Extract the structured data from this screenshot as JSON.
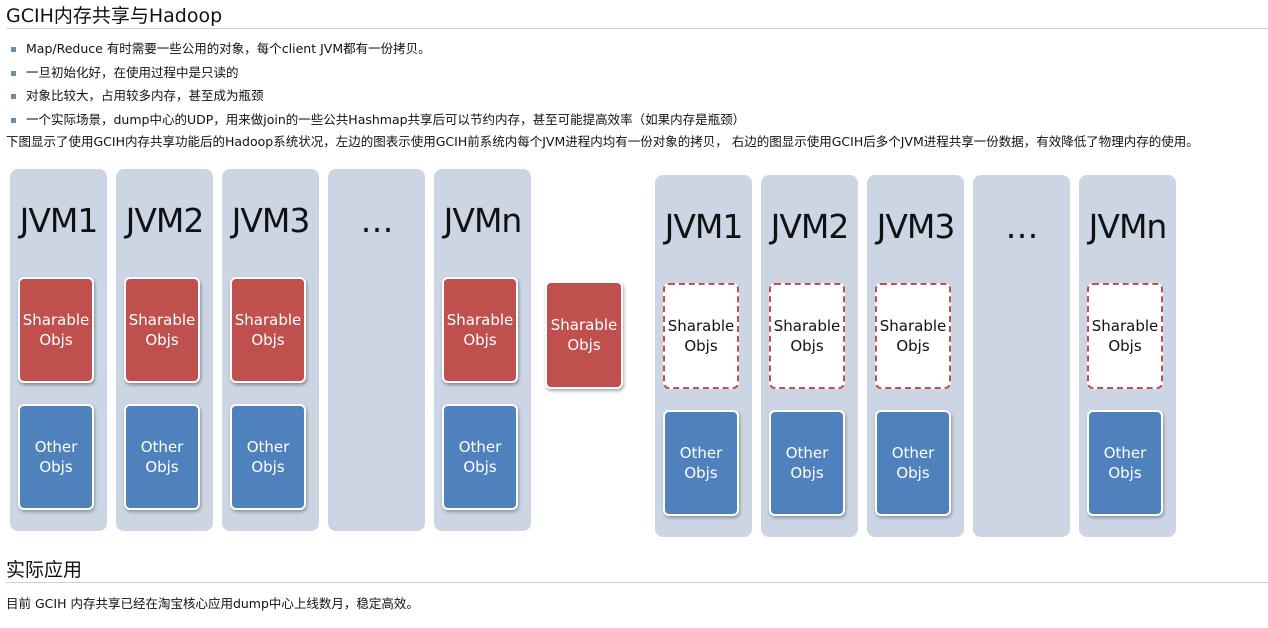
{
  "section1": {
    "title": "GCIH内存共享与Hadoop",
    "bullets": [
      "Map/Reduce 有时需要一些公用的对象，每个client JVM都有一份拷贝。",
      "一旦初始化好，在使用过程中是只读的",
      "对象比较大，占用较多内存，甚至成为瓶颈",
      "一个实际场景，dump中心的UDP，用来做join的一些公共Hashmap共享后可以节约内存，甚至可能提高效率（如果内存是瓶颈）"
    ],
    "description": "下图显示了使用GCIH内存共享功能后的Hadoop系统状况，左边的图表示使用GCIH前系统内每个JVM进程内均有一份对象的拷贝， 右边的图显示使用GCIH后多个JVM进程共享一份数据，有效降低了物理内存的使用。"
  },
  "diagram": {
    "left_columns": [
      {
        "label": "JVM1",
        "sharable": "Sharable\nObjs",
        "other": "Other\nObjs"
      },
      {
        "label": "JVM2",
        "sharable": "Sharable\nObjs",
        "other": "Other\nObjs"
      },
      {
        "label": "JVM3",
        "sharable": "Sharable\nObjs",
        "other": "Other\nObjs"
      },
      {
        "label": "…"
      },
      {
        "label": "JVMn",
        "sharable": "Sharable\nObjs",
        "other": "Other\nObjs"
      }
    ],
    "shared_box": "Sharable\nObjs",
    "right_columns": [
      {
        "label": "JVM1",
        "sharable": "Sharable\nObjs",
        "other": "Other\nObjs"
      },
      {
        "label": "JVM2",
        "sharable": "Sharable\nObjs",
        "other": "Other\nObjs"
      },
      {
        "label": "JVM3",
        "sharable": "Sharable\nObjs",
        "other": "Other\nObjs"
      },
      {
        "label": "…"
      },
      {
        "label": "JVMn",
        "sharable": "Sharable\nObjs",
        "other": "Other\nObjs"
      }
    ],
    "colors": {
      "column_bg": "#ccd5e4",
      "sharable_fill": "#c0504d",
      "other_fill": "#4f81bd",
      "dashed_border": "#c0504d"
    }
  },
  "section2": {
    "title": "实际应用",
    "text": "目前 GCIH 内存共享已经在淘宝核心应用dump中心上线数月，稳定高效。"
  }
}
